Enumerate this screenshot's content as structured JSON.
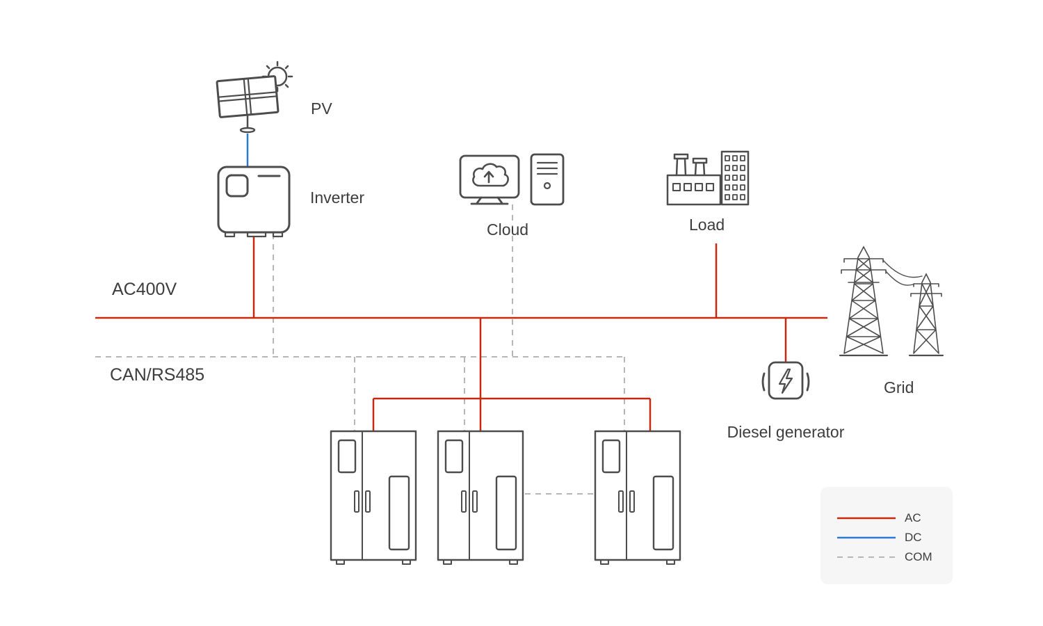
{
  "diagram": {
    "labels": {
      "pv": "PV",
      "inverter": "Inverter",
      "cloud": "Cloud",
      "load": "Load",
      "ac_bus": "AC400V",
      "com_bus": "CAN/RS485",
      "diesel_generator": "Diesel generator",
      "grid": "Grid"
    },
    "legend": {
      "items": [
        {
          "id": "ac",
          "label": "AC"
        },
        {
          "id": "dc",
          "label": "DC"
        },
        {
          "id": "com",
          "label": "COM"
        }
      ]
    },
    "icons": [
      "pv-icon",
      "sun-icon",
      "inverter-icon",
      "cloud-icon",
      "computer-tower-icon",
      "load-icon",
      "grid-towers-icon",
      "diesel-generator-icon",
      "lightning-bolt-icon",
      "battery-cabinet-icon"
    ],
    "colors": {
      "ac": "#c7290f",
      "dc": "#2e78cf",
      "com": "#b6b6b6",
      "icon": "#4c4c4c",
      "text": "#3d3d3d",
      "legend_bg": "#f6f6f7"
    }
  }
}
